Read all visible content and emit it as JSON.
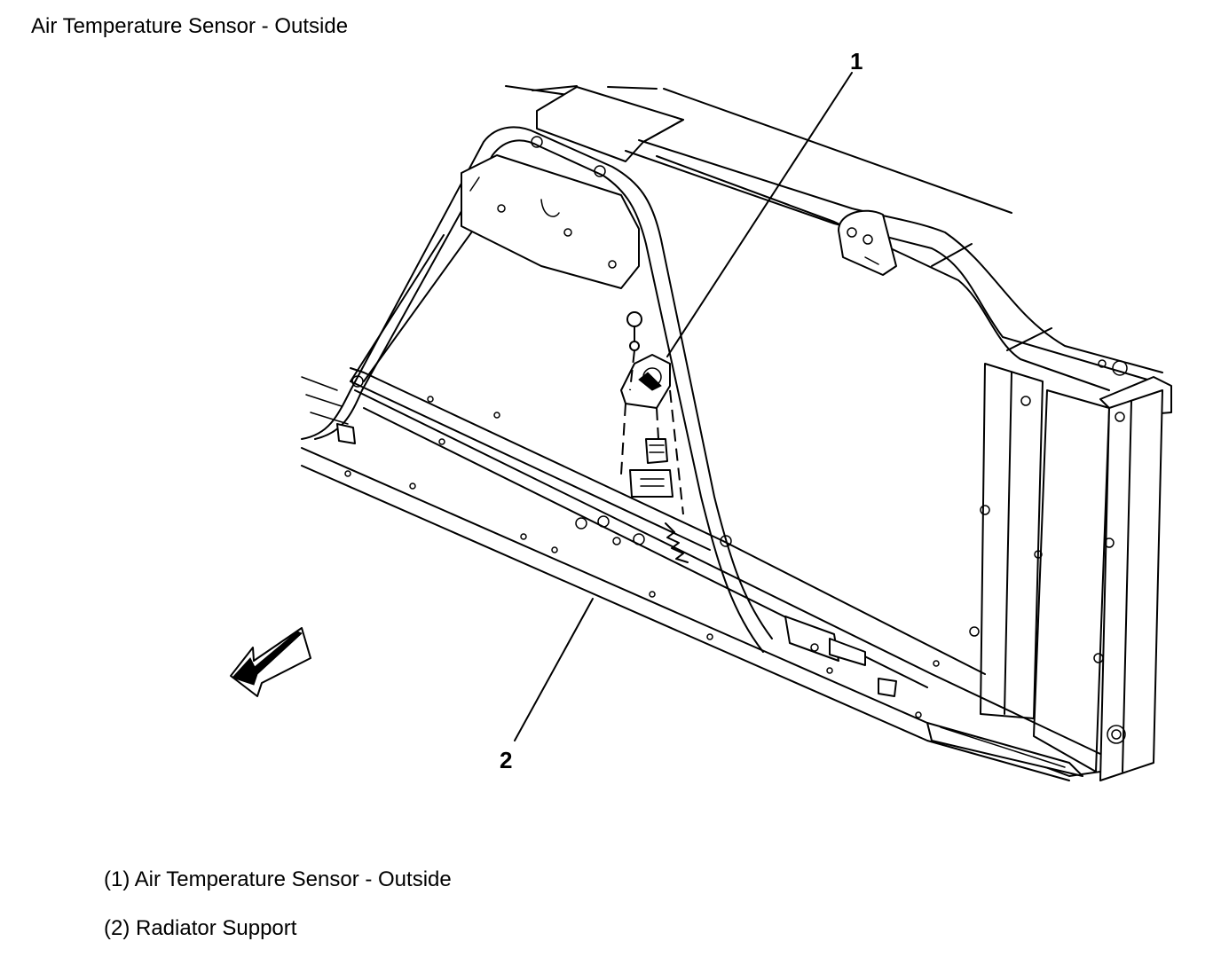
{
  "title": "Air Temperature Sensor - Outside",
  "callouts": [
    {
      "number": "1"
    },
    {
      "number": "2"
    }
  ],
  "legend": [
    {
      "text": "(1) Air Temperature Sensor - Outside"
    },
    {
      "text": "(2) Radiator Support"
    }
  ]
}
